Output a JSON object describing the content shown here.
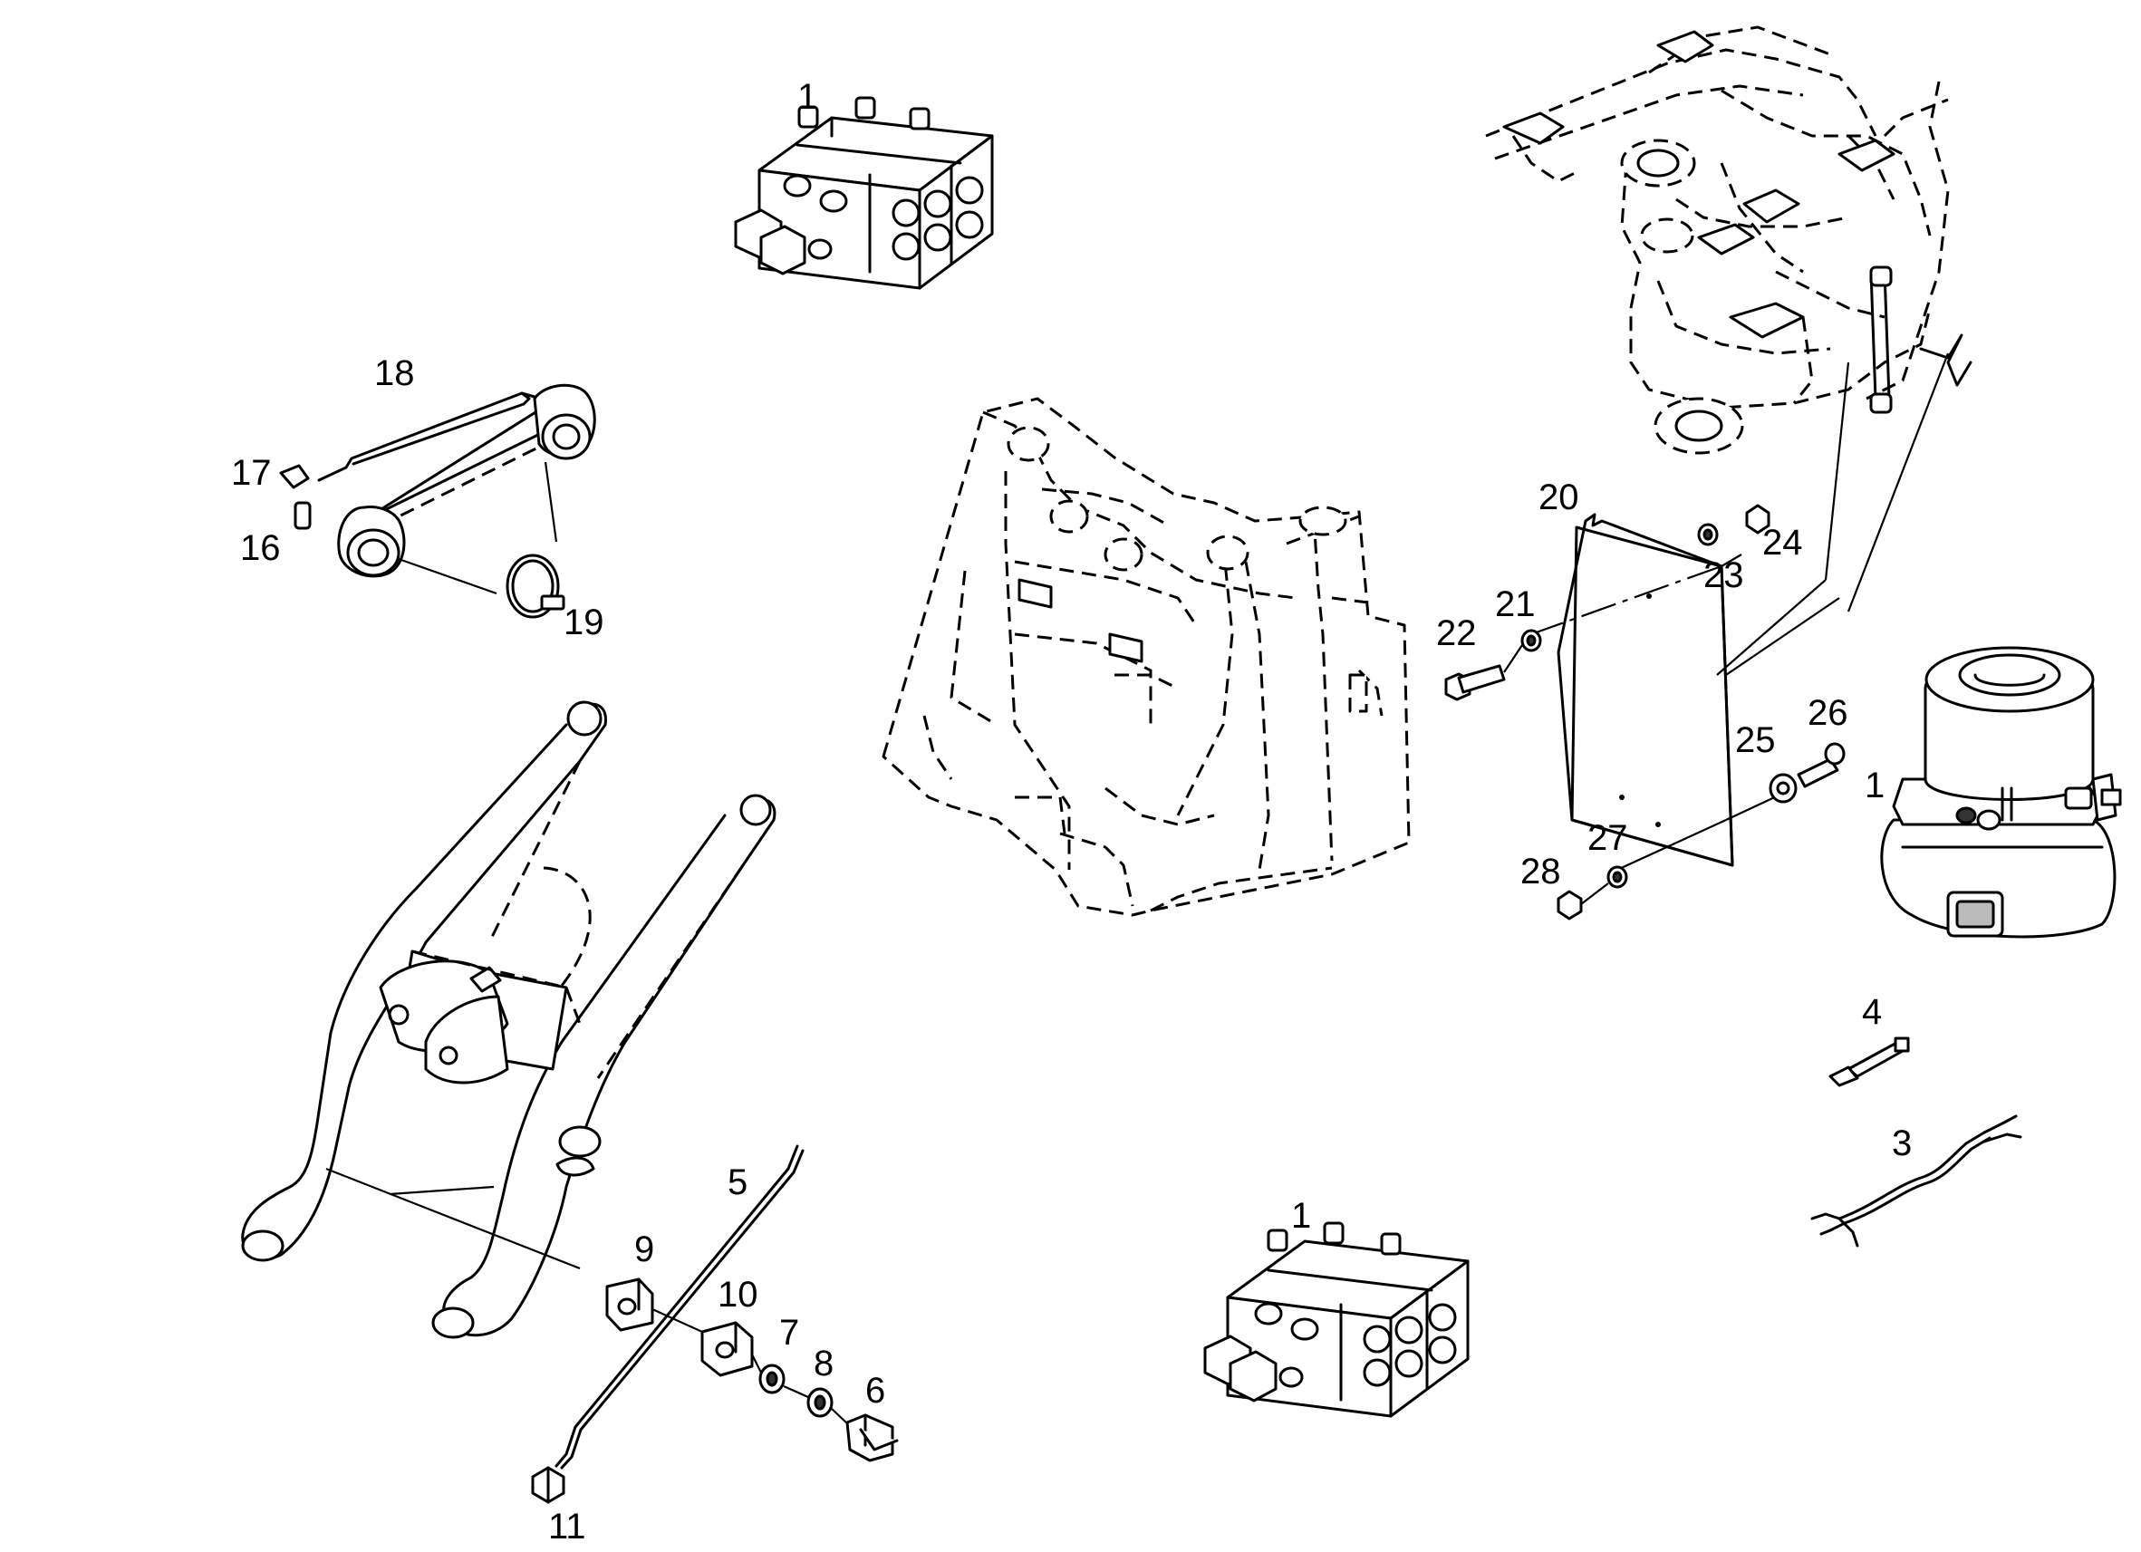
{
  "callouts": [
    {
      "id": "c1a",
      "label": "1"
    },
    {
      "id": "c1b",
      "label": "1"
    },
    {
      "id": "c1c",
      "label": "1"
    },
    {
      "id": "c3",
      "label": "3"
    },
    {
      "id": "c4",
      "label": "4"
    },
    {
      "id": "c5",
      "label": "5"
    },
    {
      "id": "c6",
      "label": "6"
    },
    {
      "id": "c7",
      "label": "7"
    },
    {
      "id": "c8",
      "label": "8"
    },
    {
      "id": "c9",
      "label": "9"
    },
    {
      "id": "c10",
      "label": "10"
    },
    {
      "id": "c11",
      "label": "11"
    },
    {
      "id": "c16",
      "label": "16"
    },
    {
      "id": "c17",
      "label": "17"
    },
    {
      "id": "c18",
      "label": "18"
    },
    {
      "id": "c19",
      "label": "19"
    },
    {
      "id": "c20",
      "label": "20"
    },
    {
      "id": "c21",
      "label": "21"
    },
    {
      "id": "c22",
      "label": "22"
    },
    {
      "id": "c23",
      "label": "23"
    },
    {
      "id": "c24",
      "label": "24"
    },
    {
      "id": "c25",
      "label": "25"
    },
    {
      "id": "c26",
      "label": "26"
    },
    {
      "id": "c27",
      "label": "27"
    },
    {
      "id": "c28",
      "label": "28"
    }
  ]
}
